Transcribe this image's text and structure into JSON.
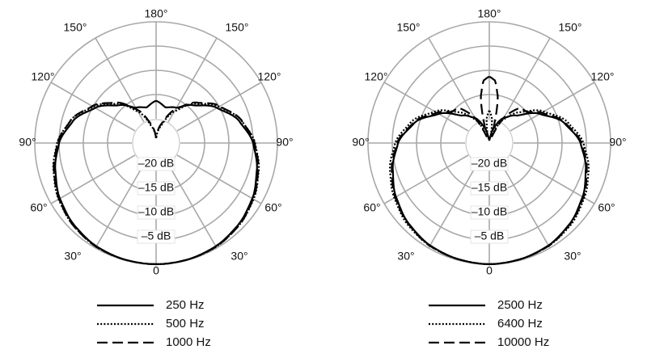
{
  "chart_data": [
    {
      "type": "polar",
      "title": "",
      "angle_ticks": [
        "0",
        "30°",
        "60°",
        "90°",
        "120°",
        "150°",
        "180°"
      ],
      "radial_ticks": [
        "–20 dB",
        "–15 dB",
        "–10 dB",
        "–5 dB"
      ],
      "radial_range_db": [
        -25,
        0
      ],
      "symmetric": true,
      "legend_position": "bottom",
      "series": [
        {
          "name": "250 Hz",
          "style": "solid",
          "angles": [
            0,
            15,
            30,
            45,
            60,
            75,
            90,
            105,
            120,
            135,
            150,
            165,
            180
          ],
          "db": [
            0,
            -0.1,
            -0.4,
            -1.1,
            -2.1,
            -3.5,
            -5,
            -7.3,
            -10.5,
            -14,
            -16.6,
            -17.4,
            -16.3
          ]
        },
        {
          "name": "500 Hz",
          "style": "dotted",
          "angles": [
            0,
            15,
            30,
            45,
            60,
            75,
            90,
            105,
            120,
            135,
            150,
            165,
            180
          ],
          "db": [
            0,
            -0.1,
            -0.3,
            -0.9,
            -1.8,
            -3.1,
            -4.6,
            -6.8,
            -10,
            -13.5,
            -17.5,
            -21.5,
            -24
          ]
        },
        {
          "name": "1000 Hz",
          "style": "dashed",
          "angles": [
            0,
            15,
            30,
            45,
            60,
            75,
            90,
            105,
            120,
            135,
            150,
            165,
            180
          ],
          "db": [
            0,
            -0.1,
            -0.3,
            -0.9,
            -1.9,
            -3.2,
            -4.7,
            -6.8,
            -9.8,
            -13.2,
            -17,
            -21,
            -24
          ]
        }
      ]
    },
    {
      "type": "polar",
      "title": "",
      "angle_ticks": [
        "0",
        "30°",
        "60°",
        "90°",
        "120°",
        "150°",
        "180°"
      ],
      "radial_ticks": [
        "–20 dB",
        "–15 dB",
        "–10 dB",
        "–5 dB"
      ],
      "radial_range_db": [
        -25,
        0
      ],
      "symmetric": true,
      "legend_position": "bottom",
      "series": [
        {
          "name": "2500 Hz",
          "style": "solid",
          "angles": [
            0,
            15,
            30,
            45,
            60,
            75,
            90,
            105,
            120,
            135,
            150,
            165,
            172,
            180
          ],
          "db": [
            0,
            -0.2,
            -0.6,
            -1.5,
            -2.8,
            -4.4,
            -6.2,
            -9,
            -13,
            -17,
            -19,
            -22,
            -24,
            -24.5
          ]
        },
        {
          "name": "6400 Hz",
          "style": "dotted",
          "angles": [
            0,
            15,
            30,
            45,
            60,
            75,
            90,
            105,
            120,
            135,
            150,
            160,
            168,
            175,
            180
          ],
          "db": [
            0,
            -0.2,
            -0.5,
            -1.2,
            -2.4,
            -3.8,
            -5.6,
            -8.3,
            -12,
            -16,
            -19.5,
            -23,
            -23.5,
            -19.5,
            -18.3
          ]
        },
        {
          "name": "10000 Hz",
          "style": "dashed",
          "angles": [
            0,
            15,
            30,
            45,
            60,
            75,
            90,
            105,
            120,
            130,
            138,
            148,
            158,
            164,
            170,
            175,
            180
          ],
          "db": [
            0,
            -0.2,
            -0.5,
            -1.4,
            -2.6,
            -4.2,
            -6,
            -8.8,
            -12.5,
            -15,
            -15.3,
            -18,
            -23.5,
            -22,
            -15,
            -12,
            -11.3
          ]
        }
      ]
    }
  ]
}
